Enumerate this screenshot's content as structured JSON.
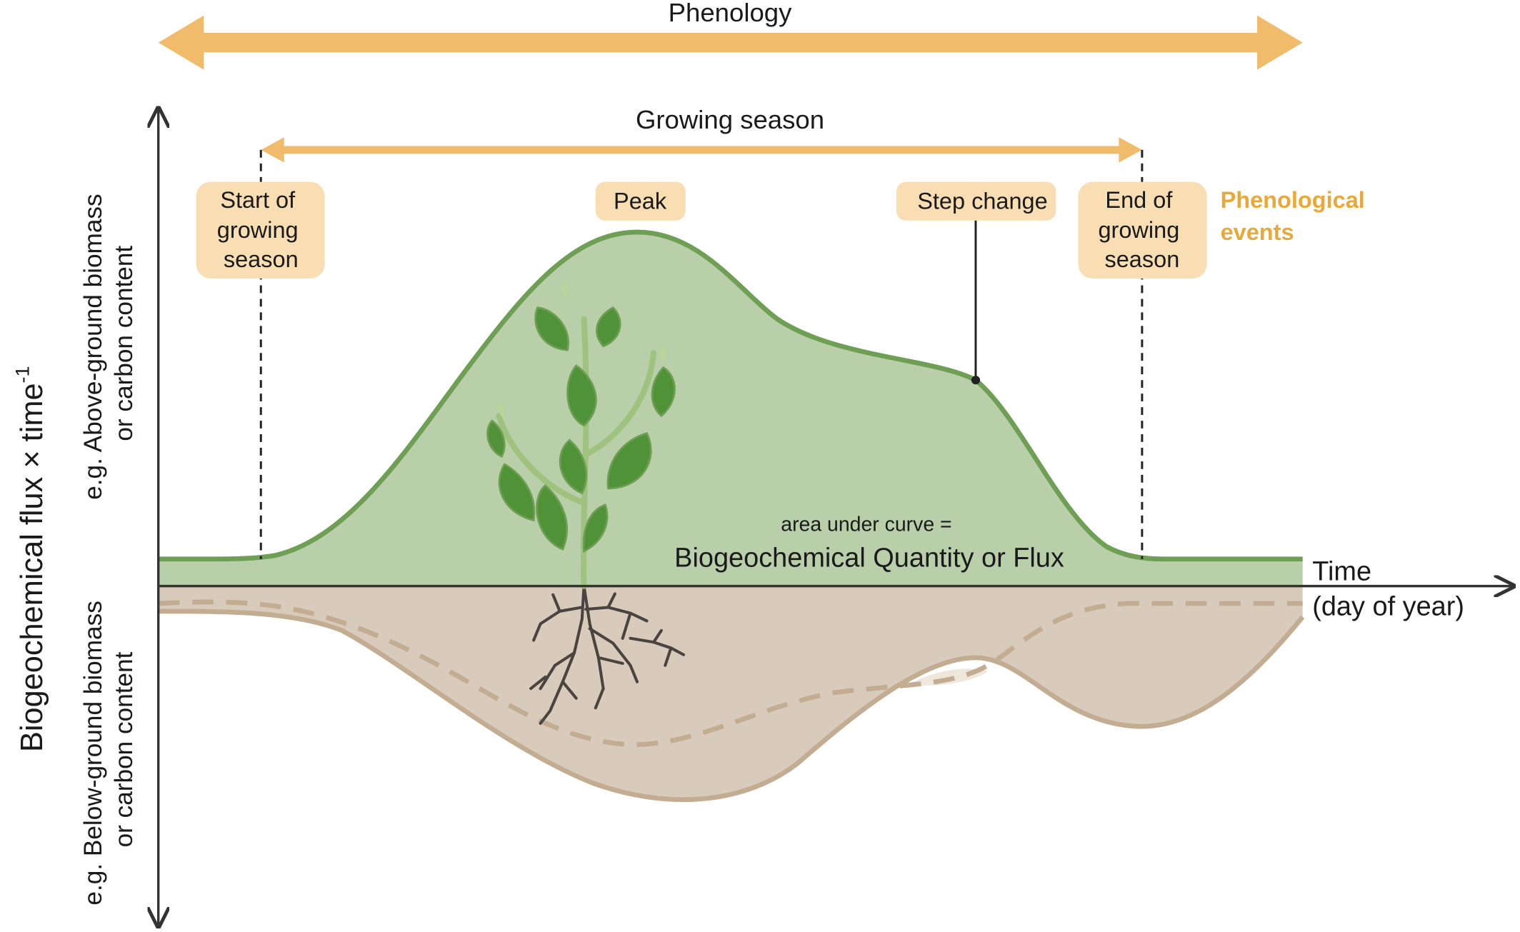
{
  "phenology_label": "Phenology",
  "growing_season_label": "Growing season",
  "events": {
    "start": [
      "Start of",
      "growing",
      "season"
    ],
    "peak": "Peak",
    "step_change": "Step change",
    "end": [
      "End of",
      "growing",
      "season"
    ]
  },
  "phenological_events_label": [
    "Phenological",
    "events"
  ],
  "y_axis_label": "Biogeochemical flux × time",
  "y_axis_superscript": "-1",
  "above_ground_label": [
    "e.g. Above-ground biomass",
    "or carbon content"
  ],
  "below_ground_label": [
    "e.g. Below-ground biomass",
    "or carbon content"
  ],
  "x_axis_label": [
    "Time",
    "(day of year)"
  ],
  "area_caption": "area under curve =",
  "area_title": "Biogeochemical Quantity or Flux",
  "icons": [
    "plant-illustration",
    "roots-illustration"
  ],
  "colors": {
    "phenology_arrow": "#f0bb6a",
    "event_box": "#f9deb3",
    "phenological_events_text": "#e8a93c",
    "above_fill": "#b8cfaa",
    "above_stroke": "#6f9e55",
    "below_fill": "#d9cbbb",
    "below_stroke": "#c2ad92",
    "axis": "#333333"
  }
}
